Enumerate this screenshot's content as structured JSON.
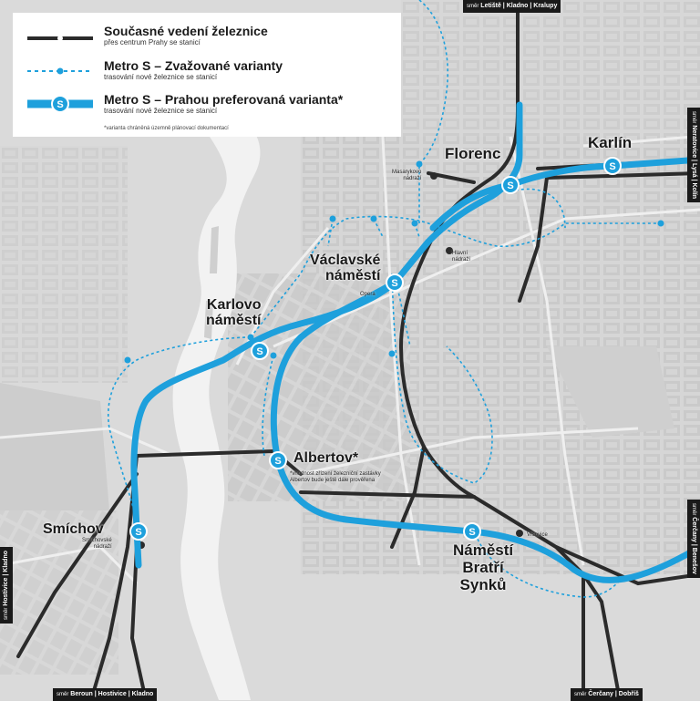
{
  "legend": {
    "existing": {
      "title": "Současné vedení železnice",
      "subtitle": "přes centrum Prahy se stanicí"
    },
    "considered": {
      "title": "Metro S – Zvažované varianty",
      "subtitle": "trasování nové železnice se stanicí"
    },
    "preferred": {
      "title": "Metro S – Prahou preferovaná varianta*",
      "subtitle": "trasování nové železnice se stanicí"
    },
    "footnote": "*varianta chráněná územně plánovací dokumentací",
    "s_symbol": "S"
  },
  "stations": {
    "florenc": "Florenc",
    "karlin": "Karlín",
    "vaclavske_1": "Václavské",
    "vaclavske_2": "náměstí",
    "karlovo_1": "Karlovo",
    "karlovo_2": "náměstí",
    "albertov": "Albertov*",
    "smichov": "Smíchov",
    "nbs_1": "Náměstí",
    "nbs_2": "Bratří",
    "nbs_3": "Synků"
  },
  "small_labels": {
    "masarykovo_1": "Masarykovo",
    "masarykovo_2": "nádraží",
    "hlavni_1": "Hlavní",
    "hlavni_2": "nádraží",
    "opera": "Opera",
    "smichov_1": "Smíchovské",
    "smichov_2": "nádraží",
    "vrsovice": "Vršovice",
    "albertov_note_1": "*vhodnost zřízení železniční zastávky",
    "albertov_note_2": "Albertov bude ještě dále prověřena"
  },
  "directions": {
    "top": {
      "prefix": "směr",
      "text": "Letiště | Kladno | Kralupy"
    },
    "right_top": {
      "prefix": "směr",
      "text": "Neratovice | Lysá | Kolín"
    },
    "right_mid": {
      "prefix": "směr",
      "text": "Čerčany | Benešov"
    },
    "bottom_right": {
      "prefix": "směr",
      "text": "Čerčany | Dobříš"
    },
    "bottom_left": {
      "prefix": "směr",
      "text": "Beroun | Hostivice | Kladno"
    },
    "left": {
      "prefix": "směr",
      "text": "Hostivice | Kladno"
    }
  },
  "colors": {
    "background": "#d9d9d9",
    "river": "#f2f2f2",
    "block": "#c6c6c6",
    "street": "#ededed",
    "existing_rail": "#2b2b2b",
    "metro_s": "#1ea0dc",
    "legend_bg": "#ffffff"
  }
}
